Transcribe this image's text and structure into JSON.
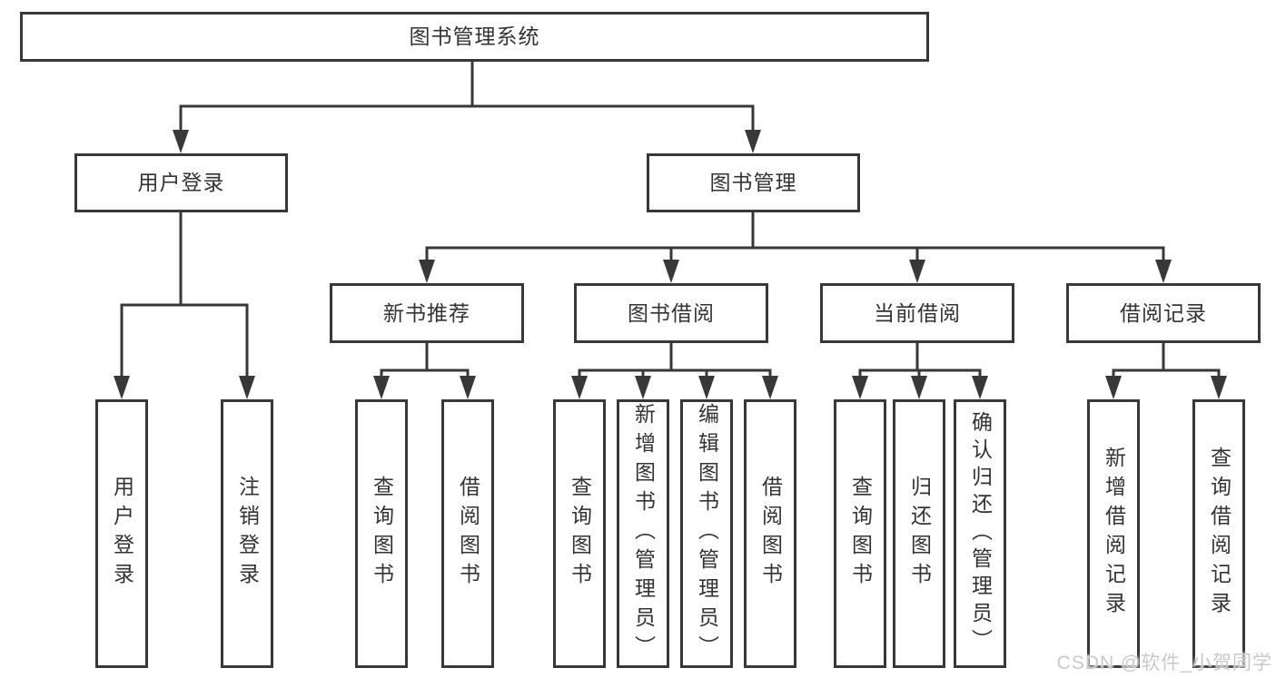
{
  "diagram": {
    "root": {
      "label": "图书管理系统"
    },
    "branches": [
      {
        "label": "用户登录",
        "children": [
          {
            "label": "用户登录"
          },
          {
            "label": "注销登录"
          }
        ]
      },
      {
        "label": "图书管理",
        "groups": [
          {
            "label": "新书推荐",
            "children": [
              {
                "label": "查询图书"
              },
              {
                "label": "借阅图书"
              }
            ]
          },
          {
            "label": "图书借阅",
            "children": [
              {
                "label": "查询图书"
              },
              {
                "label": "新增图书（管理员）"
              },
              {
                "label": "编辑图书（管理员）"
              },
              {
                "label": "借阅图书"
              }
            ]
          },
          {
            "label": "当前借阅",
            "children": [
              {
                "label": "查询图书"
              },
              {
                "label": "归还图书"
              },
              {
                "label": "确认归还（管理员）"
              }
            ]
          },
          {
            "label": "借阅记录",
            "children": [
              {
                "label": "新增借阅记录"
              },
              {
                "label": "查询借阅记录"
              }
            ]
          }
        ]
      }
    ]
  },
  "watermark": {
    "text": "CSDN @软件_小贺同学"
  },
  "colors": {
    "line": "#383838",
    "text": "#333333",
    "box_background": "#ffffff",
    "page_background": "#ffffff",
    "watermark": "#c8c8ce"
  }
}
